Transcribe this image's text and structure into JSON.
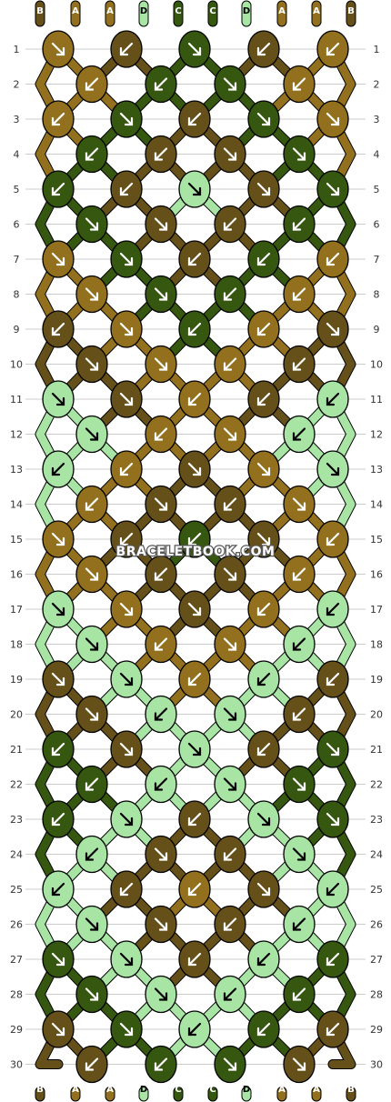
{
  "watermark": "BRACELETBOOK.COM",
  "colors": {
    "A": "#93701d",
    "B": "#66501a",
    "C": "#35570f",
    "D": "#a8e4a4"
  },
  "strand_labels_top": [
    "B",
    "A",
    "A",
    "D",
    "C",
    "C",
    "D",
    "A",
    "A",
    "B"
  ],
  "strand_labels_bottom": [
    "B",
    "A",
    "A",
    "D",
    "C",
    "C",
    "D",
    "A",
    "A",
    "B"
  ],
  "row_numbers": [
    "1",
    "2",
    "3",
    "4",
    "5",
    "6",
    "7",
    "8",
    "9",
    "10",
    "11",
    "12",
    "13",
    "14",
    "15",
    "16",
    "17",
    "18",
    "19",
    "20",
    "21",
    "22",
    "23",
    "24",
    "25",
    "26",
    "27",
    "28",
    "29",
    "30"
  ],
  "knots": [
    [
      [
        "A",
        "dr"
      ],
      [
        "B",
        "dl"
      ],
      [
        "C",
        "dr"
      ],
      [
        "B",
        "dl"
      ],
      [
        "A",
        "dl"
      ]
    ],
    [
      [
        "A",
        "dl"
      ],
      [
        "C",
        "dl"
      ],
      [
        "C",
        "dr"
      ],
      [
        "A",
        "dl"
      ]
    ],
    [
      [
        "A",
        "dl"
      ],
      [
        "C",
        "dr"
      ],
      [
        "B",
        "dl"
      ],
      [
        "C",
        "dr"
      ],
      [
        "A",
        "dr"
      ]
    ],
    [
      [
        "C",
        "dl"
      ],
      [
        "B",
        "dl"
      ],
      [
        "B",
        "dr"
      ],
      [
        "C",
        "dr"
      ]
    ],
    [
      [
        "C",
        "dl"
      ],
      [
        "B",
        "dl"
      ],
      [
        "D",
        "dr"
      ],
      [
        "B",
        "dr"
      ],
      [
        "C",
        "dr"
      ]
    ],
    [
      [
        "C",
        "dr"
      ],
      [
        "B",
        "dr"
      ],
      [
        "B",
        "dl"
      ],
      [
        "C",
        "dl"
      ]
    ],
    [
      [
        "A",
        "dr"
      ],
      [
        "C",
        "dr"
      ],
      [
        "B",
        "dl"
      ],
      [
        "C",
        "dl"
      ],
      [
        "A",
        "dl"
      ]
    ],
    [
      [
        "A",
        "dr"
      ],
      [
        "C",
        "dr"
      ],
      [
        "C",
        "dl"
      ],
      [
        "A",
        "dl"
      ]
    ],
    [
      [
        "B",
        "dl"
      ],
      [
        "A",
        "dr"
      ],
      [
        "C",
        "dl"
      ],
      [
        "A",
        "dl"
      ],
      [
        "B",
        "dr"
      ]
    ],
    [
      [
        "B",
        "dr"
      ],
      [
        "A",
        "dr"
      ],
      [
        "A",
        "dl"
      ],
      [
        "B",
        "dl"
      ]
    ],
    [
      [
        "D",
        "dr"
      ],
      [
        "B",
        "dr"
      ],
      [
        "A",
        "dl"
      ],
      [
        "B",
        "dl"
      ],
      [
        "D",
        "dl"
      ]
    ],
    [
      [
        "D",
        "dr"
      ],
      [
        "A",
        "dl"
      ],
      [
        "A",
        "dr"
      ],
      [
        "D",
        "dl"
      ]
    ],
    [
      [
        "D",
        "dl"
      ],
      [
        "A",
        "dl"
      ],
      [
        "B",
        "dr"
      ],
      [
        "A",
        "dr"
      ],
      [
        "D",
        "dr"
      ]
    ],
    [
      [
        "A",
        "dl"
      ],
      [
        "B",
        "dr"
      ],
      [
        "B",
        "dl"
      ],
      [
        "A",
        "dr"
      ]
    ],
    [
      [
        "A",
        "dr"
      ],
      [
        "B",
        "dl"
      ],
      [
        "C",
        "dl"
      ],
      [
        "B",
        "dr"
      ],
      [
        "A",
        "dl"
      ]
    ],
    [
      [
        "A",
        "dr"
      ],
      [
        "B",
        "dl"
      ],
      [
        "B",
        "dr"
      ],
      [
        "A",
        "dl"
      ]
    ],
    [
      [
        "D",
        "dr"
      ],
      [
        "A",
        "dr"
      ],
      [
        "B",
        "dr"
      ],
      [
        "A",
        "dl"
      ],
      [
        "D",
        "dl"
      ]
    ],
    [
      [
        "D",
        "dr"
      ],
      [
        "A",
        "dl"
      ],
      [
        "A",
        "dr"
      ],
      [
        "D",
        "dl"
      ]
    ],
    [
      [
        "B",
        "dr"
      ],
      [
        "D",
        "dr"
      ],
      [
        "A",
        "dl"
      ],
      [
        "D",
        "dl"
      ],
      [
        "B",
        "dl"
      ]
    ],
    [
      [
        "B",
        "dr"
      ],
      [
        "D",
        "dl"
      ],
      [
        "D",
        "dr"
      ],
      [
        "B",
        "dl"
      ]
    ],
    [
      [
        "C",
        "dl"
      ],
      [
        "B",
        "dr"
      ],
      [
        "D",
        "dr"
      ],
      [
        "B",
        "dl"
      ],
      [
        "C",
        "dr"
      ]
    ],
    [
      [
        "C",
        "dl"
      ],
      [
        "D",
        "dl"
      ],
      [
        "D",
        "dr"
      ],
      [
        "C",
        "dr"
      ]
    ],
    [
      [
        "C",
        "dl"
      ],
      [
        "D",
        "dr"
      ],
      [
        "B",
        "dl"
      ],
      [
        "D",
        "dr"
      ],
      [
        "C",
        "dr"
      ]
    ],
    [
      [
        "D",
        "dl"
      ],
      [
        "B",
        "dr"
      ],
      [
        "B",
        "dl"
      ],
      [
        "D",
        "dr"
      ]
    ],
    [
      [
        "D",
        "dl"
      ],
      [
        "B",
        "dl"
      ],
      [
        "A",
        "dl"
      ],
      [
        "B",
        "dr"
      ],
      [
        "D",
        "dl"
      ]
    ],
    [
      [
        "D",
        "dr"
      ],
      [
        "B",
        "dr"
      ],
      [
        "B",
        "dl"
      ],
      [
        "D",
        "dl"
      ]
    ],
    [
      [
        "C",
        "dr"
      ],
      [
        "D",
        "dr"
      ],
      [
        "B",
        "dl"
      ],
      [
        "D",
        "dl"
      ],
      [
        "C",
        "dl"
      ]
    ],
    [
      [
        "C",
        "dr"
      ],
      [
        "D",
        "dr"
      ],
      [
        "D",
        "dl"
      ],
      [
        "C",
        "dl"
      ]
    ],
    [
      [
        "B",
        "dr"
      ],
      [
        "C",
        "dr"
      ],
      [
        "D",
        "dl"
      ],
      [
        "C",
        "dl"
      ],
      [
        "B",
        "dl"
      ]
    ],
    [
      [
        "B",
        "dl"
      ],
      [
        "C",
        "dl"
      ],
      [
        "C",
        "dr"
      ],
      [
        "B",
        "dr"
      ]
    ]
  ]
}
